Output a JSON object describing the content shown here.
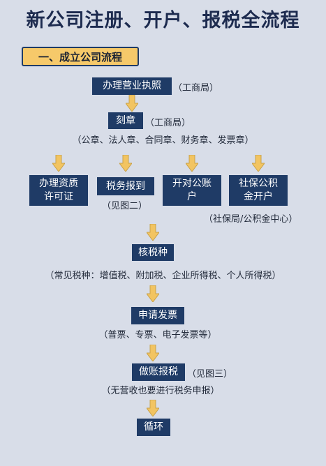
{
  "title": "新公司注册、开户、报税全流程",
  "section": "一、成立公司流程",
  "colors": {
    "box": "#1f3b66",
    "arrow": "#f2c461",
    "section_bg": "#f6c96a",
    "background": "#d8dde8"
  },
  "steps": {
    "license": {
      "label": "办理营业执照",
      "note": "（工商局）"
    },
    "seal": {
      "label": "刻章",
      "note": "（工商局）",
      "types": "（公章、法人章、合同章、财务章、发票章）"
    },
    "qualification": {
      "line1": "办理资质",
      "line2": "许可证"
    },
    "tax_report": {
      "label": "税务报到",
      "note": "（见图二）"
    },
    "account": {
      "line1": "开对公账",
      "line2": "户"
    },
    "social": {
      "line1": "社保公积",
      "line2": "金开户",
      "note": "（社保局/公积金中心）"
    },
    "tax_type": {
      "label": "核税种",
      "note": "（常见税种：增值税、附加税、企业所得税、个人所得税）"
    },
    "invoice": {
      "label": "申请发票",
      "note": "（普票、专票、电子发票等）"
    },
    "accounting": {
      "label": "做账报税",
      "note": "（见图三）",
      "note2": "（无营收也要进行税务申报）"
    },
    "loop": {
      "label": "循环"
    }
  }
}
